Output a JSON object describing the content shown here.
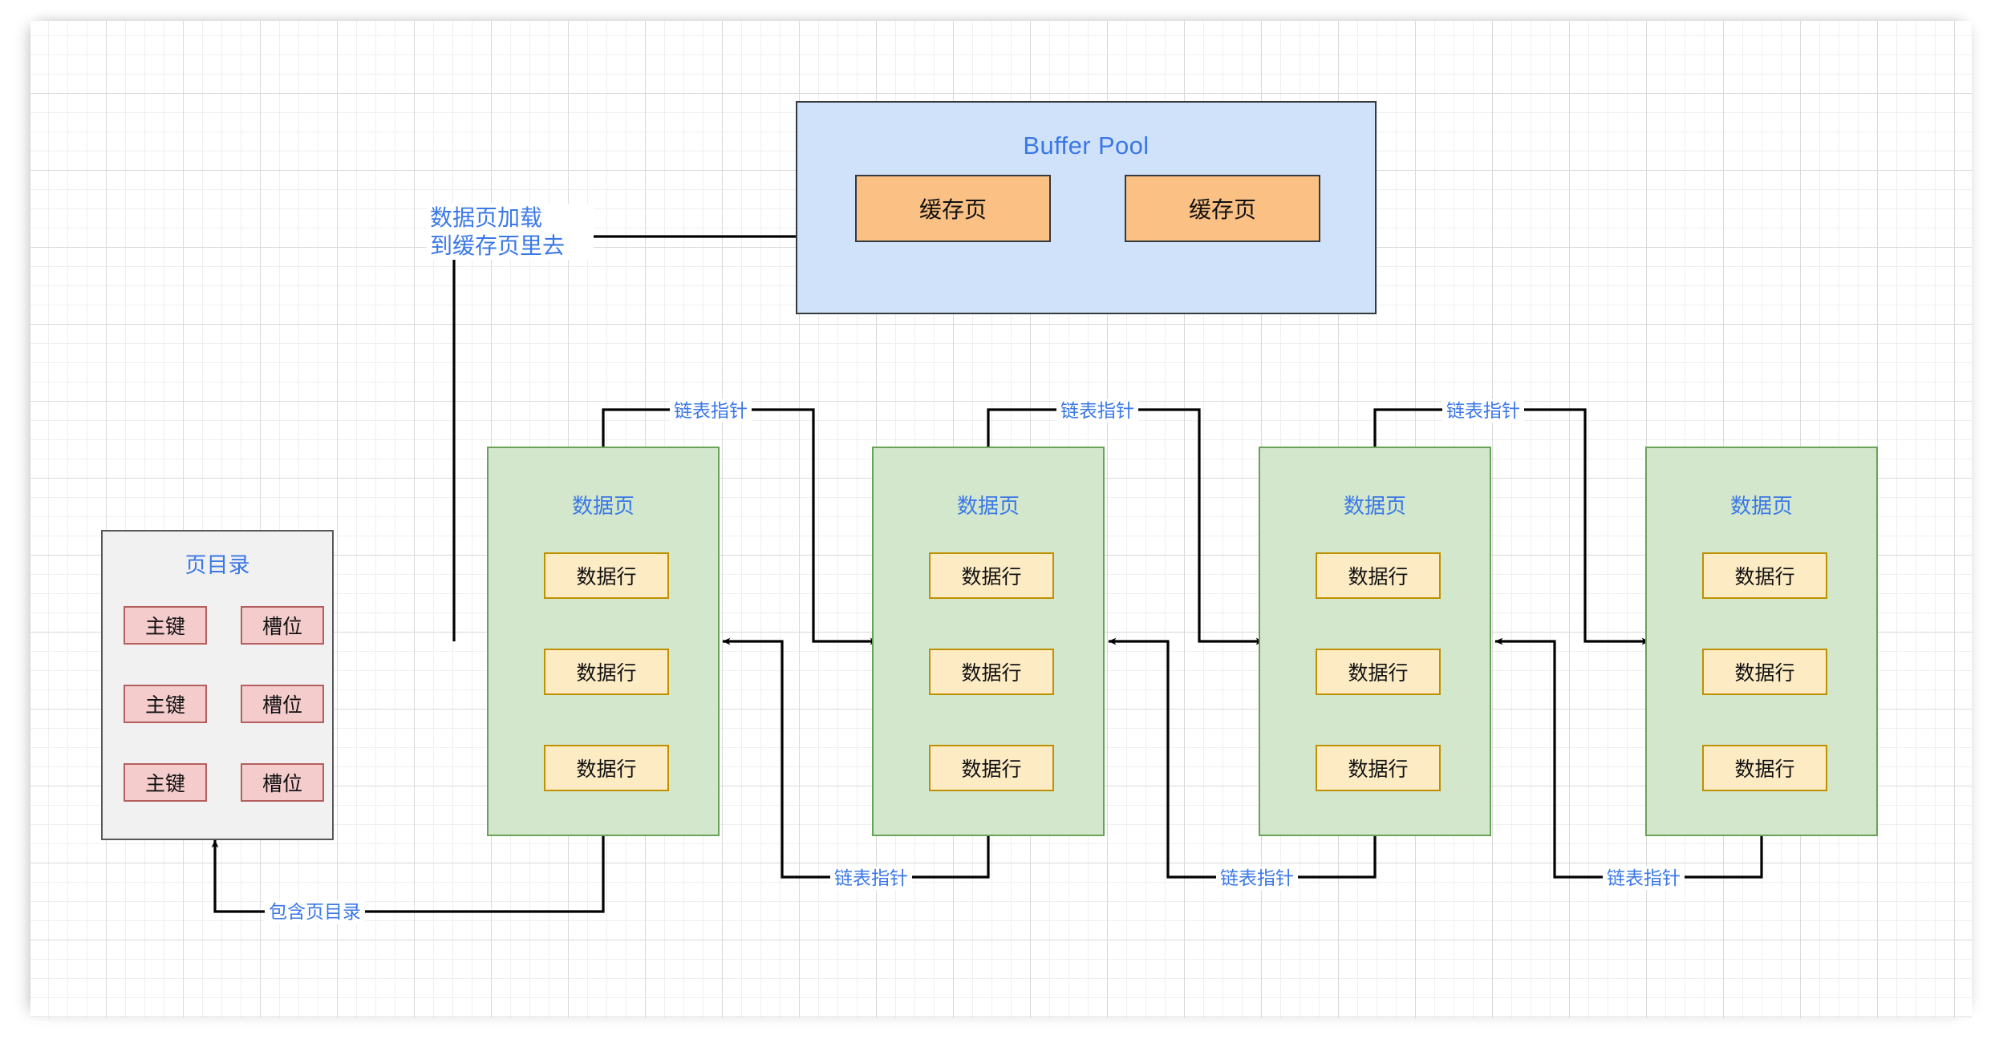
{
  "diagram": {
    "title": "InnoDB Buffer Pool and Data Page Linked List",
    "colors": {
      "accent_text": "#3b78e7",
      "buffer_pool_fill": "#cfe2f9",
      "cache_page_fill": "#fbc184",
      "data_page_fill": "#d3e7cd",
      "data_page_border": "#68a357",
      "data_row_fill": "#fdebc4",
      "data_row_border": "#bf9000",
      "page_dir_fill": "#f1f1f1",
      "kv_fill": "#f4cccc",
      "kv_border": "#b45f5f",
      "line": "#000000"
    }
  },
  "buffer_pool": {
    "title": "Buffer Pool",
    "cache_pages": [
      {
        "label": "缓存页"
      },
      {
        "label": "缓存页"
      }
    ]
  },
  "page_directory": {
    "title": "页目录",
    "entries": [
      {
        "key": "主键",
        "slot": "槽位"
      },
      {
        "key": "主键",
        "slot": "槽位"
      },
      {
        "key": "主键",
        "slot": "槽位"
      }
    ]
  },
  "data_pages": [
    {
      "title": "数据页",
      "rows": [
        {
          "label": "数据行"
        },
        {
          "label": "数据行"
        },
        {
          "label": "数据行"
        }
      ]
    },
    {
      "title": "数据页",
      "rows": [
        {
          "label": "数据行"
        },
        {
          "label": "数据行"
        },
        {
          "label": "数据行"
        }
      ]
    },
    {
      "title": "数据页",
      "rows": [
        {
          "label": "数据行"
        },
        {
          "label": "数据行"
        },
        {
          "label": "数据行"
        }
      ]
    },
    {
      "title": "数据页",
      "rows": [
        {
          "label": "数据行"
        },
        {
          "label": "数据行"
        },
        {
          "label": "数据行"
        }
      ]
    }
  ],
  "labels": {
    "load_to_cache_line1": "数据页加载",
    "load_to_cache_line2": "到缓存页里去",
    "contains_page_directory": "包含页目录",
    "linked_list_pointer_top": [
      "链表指针",
      "链表指针",
      "链表指针"
    ],
    "linked_list_pointer_bottom": [
      "链表指针",
      "链表指针",
      "链表指针"
    ]
  }
}
